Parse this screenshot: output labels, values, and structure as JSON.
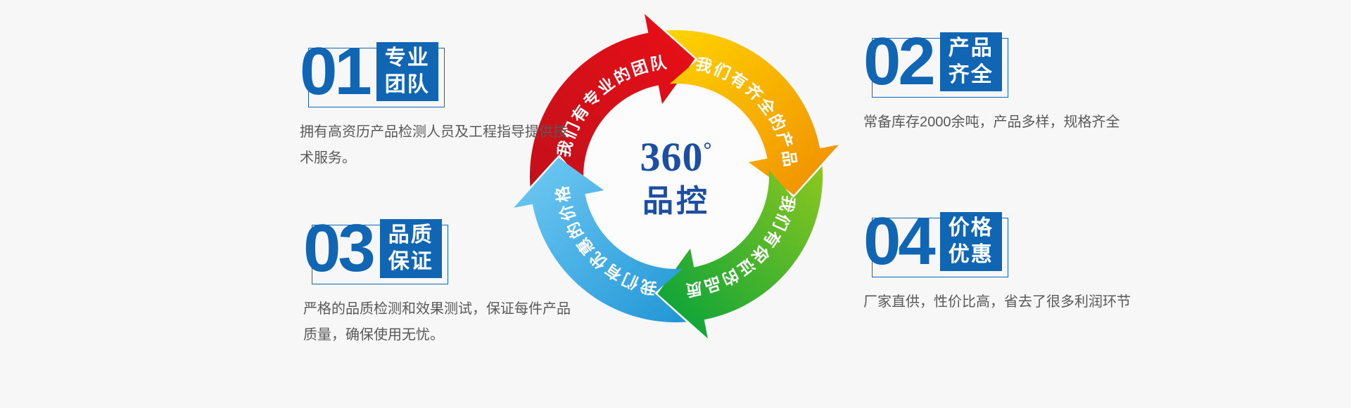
{
  "page": {
    "background": "#f7f7f7"
  },
  "colors": {
    "feature_blue": "#1166b3",
    "center_blue": "#1c4fa1",
    "desc_gray": "#595959"
  },
  "center": {
    "number": "360",
    "degree": "°",
    "label": "品控"
  },
  "ring": {
    "segments": [
      {
        "id": "team",
        "text": "我们有专业的团队",
        "color_start": "#c3101b",
        "color_end": "#ea0f16"
      },
      {
        "id": "product",
        "text": "我们有齐全的产品",
        "color_start": "#ffd400",
        "color_end": "#f08c00"
      },
      {
        "id": "quality",
        "text": "我们有保证的品质",
        "color_start": "#8cc71e",
        "color_end": "#00a03c"
      },
      {
        "id": "price",
        "text": "我们有优惠的价格",
        "color_start": "#2196d6",
        "color_end": "#72cbf4"
      }
    ]
  },
  "features": [
    {
      "number": "01",
      "title_line1": "专业",
      "title_line2": "团队",
      "desc": "拥有高资历产品检测人员及工程指导提供技术服务。"
    },
    {
      "number": "02",
      "title_line1": "产品",
      "title_line2": "齐全",
      "desc": "常备库存2000余吨，产品多样，规格齐全"
    },
    {
      "number": "03",
      "title_line1": "品质",
      "title_line2": "保证",
      "desc": "严格的品质检测和效果测试，保证每件产品质量，确保使用无忧。"
    },
    {
      "number": "04",
      "title_line1": "价格",
      "title_line2": "优惠",
      "desc": "厂家直供，性价比高，省去了很多利润环节"
    }
  ]
}
